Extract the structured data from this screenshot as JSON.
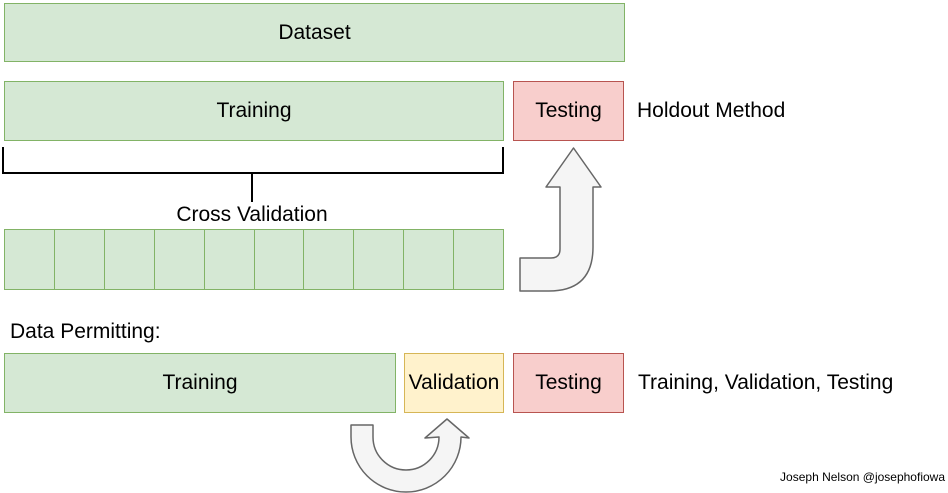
{
  "colors": {
    "green_fill": "#d5e8d4",
    "green_stroke": "#82b366",
    "red_fill": "#f8cecc",
    "red_stroke": "#b85450",
    "yellow_fill": "#fff2cc",
    "yellow_stroke": "#d6b656",
    "arrow_fill": "#f5f5f5",
    "arrow_stroke": "#666666",
    "bracket": "#000000"
  },
  "dataset": {
    "label": "Dataset"
  },
  "holdout": {
    "training_label": "Training",
    "testing_label": "Testing",
    "title": "Holdout Method"
  },
  "cross_validation": {
    "label": "Cross Validation",
    "fold_count": 10
  },
  "data_permitting": {
    "heading": "Data Permitting:",
    "training_label": "Training",
    "validation_label": "Validation",
    "testing_label": "Testing",
    "title": "Training, Validation, Testing"
  },
  "attribution": "Joseph Nelson @josephofiowa"
}
